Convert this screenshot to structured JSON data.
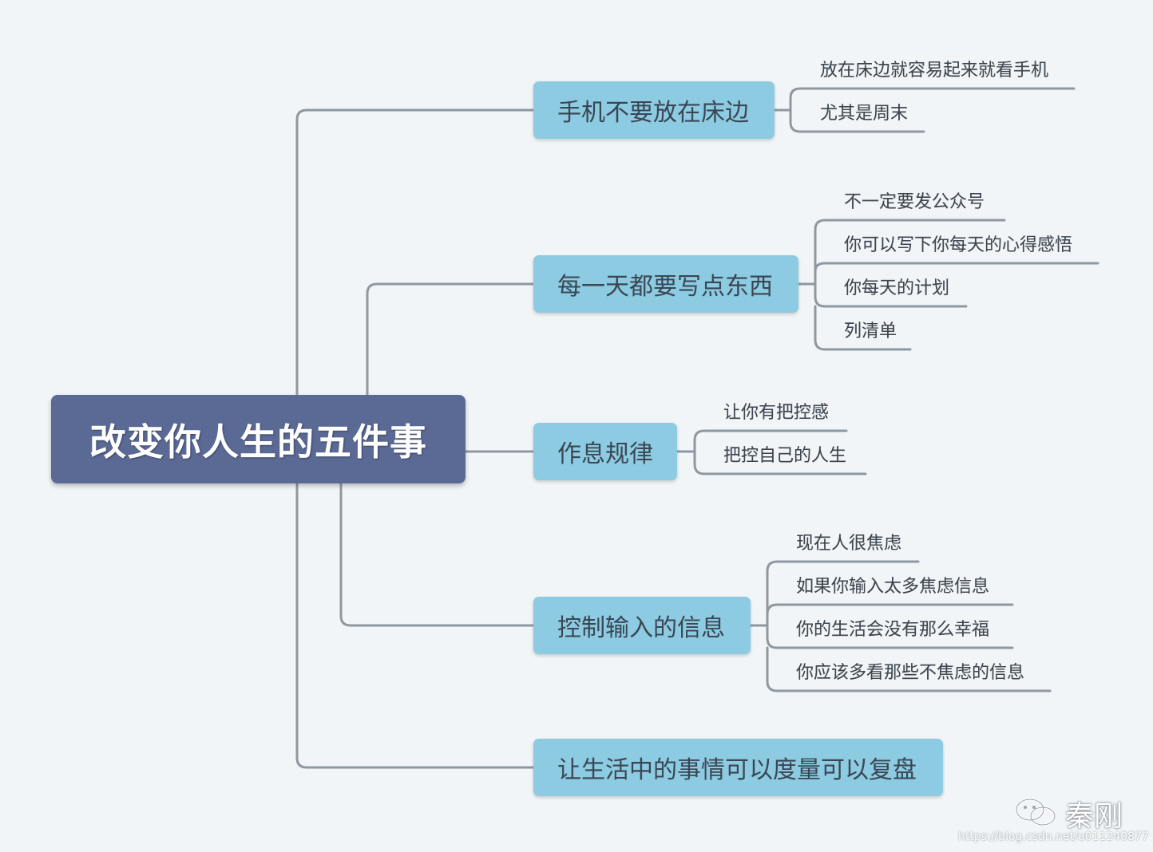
{
  "root": {
    "label": "改变你人生的五件事"
  },
  "branches": [
    {
      "label": "手机不要放在床边",
      "children": [
        "放在床边就容易起来就看手机",
        "尤其是周末"
      ]
    },
    {
      "label": "每一天都要写点东西",
      "children": [
        "不一定要发公众号",
        "你可以写下你每天的心得感悟",
        "你每天的计划",
        "列清单"
      ]
    },
    {
      "label": "作息规律",
      "children": [
        "让你有把控感",
        "把控自己的人生"
      ]
    },
    {
      "label": "控制输入的信息",
      "children": [
        "现在人很焦虑",
        "如果你输入太多焦虑信息",
        "你的生活会没有那么幸福",
        "你应该多看那些不焦虑的信息"
      ]
    },
    {
      "label": "让生活中的事情可以度量可以复盘",
      "children": []
    }
  ],
  "watermark": {
    "icon": "wechat-icon",
    "name": "秦刚",
    "url": "https://blog.csdn.net/u011240877"
  },
  "colors": {
    "root_bg": "#5a6a95",
    "branch_bg": "#8ccbe1",
    "connector": "#8f98a0",
    "background": "#f1f5f7"
  }
}
